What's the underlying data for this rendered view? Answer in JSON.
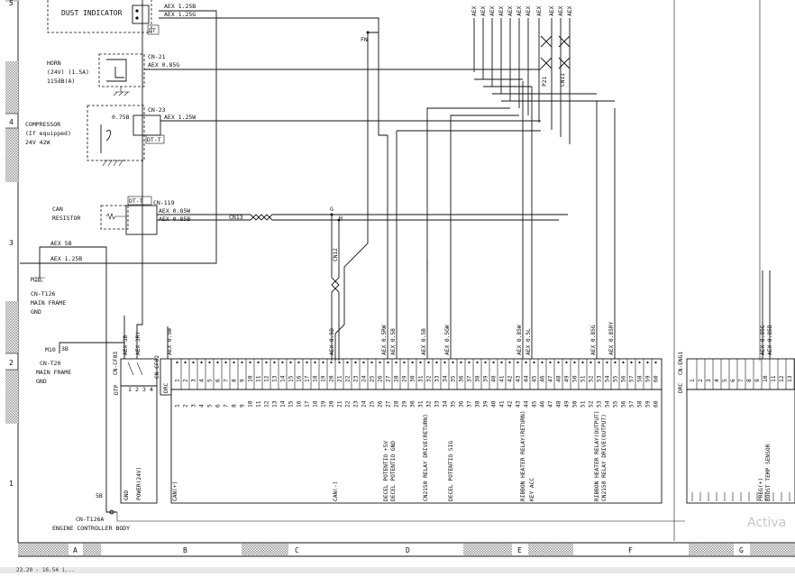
{
  "colors": {
    "ink": "#111111",
    "paper": "#ffffff",
    "hatch": "#9a9a9a"
  },
  "zones": {
    "rows": [
      "5",
      "4",
      "3",
      "2",
      "1"
    ],
    "cols": [
      "A",
      "B",
      "C",
      "D",
      "E",
      "F",
      "G"
    ]
  },
  "components": {
    "dust_indicator": {
      "title": "DUST INDICATOR",
      "wire1": "AEX 1.25B",
      "wire2": "AEX 1.25G",
      "tag": "DT"
    },
    "horn": {
      "line1": "HORN",
      "line2": "(24V) (1.5A)",
      "line3": "115dB(A)",
      "conn": "CN-21",
      "wire": "AEX 0.85G"
    },
    "compressor": {
      "line1": "COMPRESSOR",
      "line2": "(If equipped)",
      "line3": "24V 42W",
      "conn": "CN-23",
      "wire_in": "0.75B",
      "wire_out": "AEX 1.25W",
      "tag": "DT-T"
    },
    "can_resistor": {
      "line1": "CAN",
      "line2": "RESISTOR",
      "conn": "CN-119",
      "tag": "DT-T",
      "wire1": "AEX 0.85W",
      "wire2": "AEX 0.85B",
      "harness": "CN13",
      "node_g": "G",
      "node_h": "H",
      "harness2": "CN12"
    },
    "ground_t126": {
      "wire1": "AEX 5B",
      "wire2": "AEX 1.25B",
      "m": "M10",
      "conn": "CN-T126",
      "line1": "MAIN FRAME",
      "line2": "GND"
    },
    "ground_t20": {
      "m": "M10",
      "wire": "3B",
      "conn": "CN-T20",
      "line1": "MAIN FRAME",
      "line2": "GND"
    },
    "engine_ground": {
      "conn": "CN-T126A",
      "label": "ENGINE CONTROLLER BODY",
      "wire": "5B"
    },
    "fn_node": "FN",
    "p21": "P21",
    "cn11": "CN11"
  },
  "top_wires": [
    "AEX",
    "AEX",
    "AEX",
    "AEX",
    "AEX",
    "AEX",
    "AEX",
    "AEX",
    "AEX",
    "AEX",
    "AEX"
  ],
  "connectors": {
    "cf03": {
      "name": "CN-CF03",
      "type": "DTP",
      "wires": [
        "AEX 3B",
        "AEX 3RY"
      ],
      "pins": [
        "1",
        "2",
        "3",
        "4"
      ],
      "funcs": [
        "GND",
        "POWER(24V)"
      ]
    },
    "cf02": {
      "name": "CN-CF02",
      "type": "DRC",
      "wire": "AEX 0.5W"
    },
    "eng1": {
      "name": "CN-ENG1",
      "type": "DRC",
      "wires": [
        "AEX 0.85G",
        "AEX 0.85B"
      ],
      "funcs": [
        "PREG(+)",
        "BOOST TEMP SENSOR"
      ]
    }
  },
  "main_conn_wires": [
    "AEX 0.5B",
    "AEX 0.5RW",
    "AEX 0.5B",
    "AEX 0.5B",
    "AEX 0.5GW",
    "AEX 0.85W",
    "AEX 0.5L",
    "AEX 0.85G",
    "AEX 0.85RY"
  ],
  "main_conn_funcs": [
    "CAN(+)",
    "CAN(-)",
    "DECEL POTENTIO +5V",
    "DECEL POTENTIO GND",
    "CN2150 RELAY DRIVE(RETURN)",
    "DECEL POTENTIO SIG",
    "RIBBON HEATER RELAY(RETURN)",
    "KEY ACC",
    "RIBBON HEATER RELAY(OUTPUT)",
    "CN2150 RELAY DRIVE(OUTPUT)"
  ],
  "watermark": "Activa",
  "taskbar_text": "23.20 - 16.54 i..."
}
